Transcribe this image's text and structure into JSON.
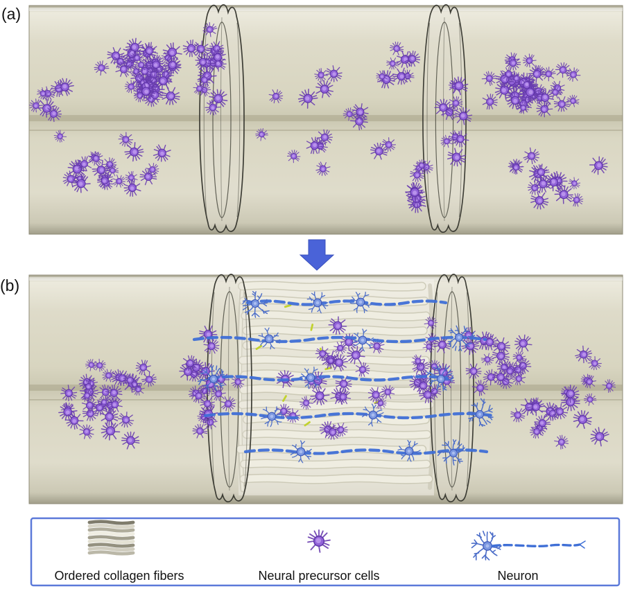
{
  "figure": {
    "panel_a_label": "(a)",
    "panel_b_label": "(b)"
  },
  "legend": {
    "items": [
      {
        "id": "ordered-collagen-fibers",
        "label": "Ordered collagen fibers"
      },
      {
        "id": "neural-precursor-cells",
        "label": "Neural precursor cells"
      },
      {
        "id": "neuron",
        "label": "Neuron"
      }
    ]
  },
  "colors": {
    "precursor_cell": "#8f5fd6",
    "precursor_cell_spike": "#6b3fb0",
    "neuron_blue": "#4a6cc8",
    "axon_blue": "#3f6fd6",
    "arrow_blue": "#4a63d8",
    "tube_beige": "#dcd9c4",
    "membrane_outline": "#3c3c34",
    "legend_border": "#5b79d9"
  }
}
